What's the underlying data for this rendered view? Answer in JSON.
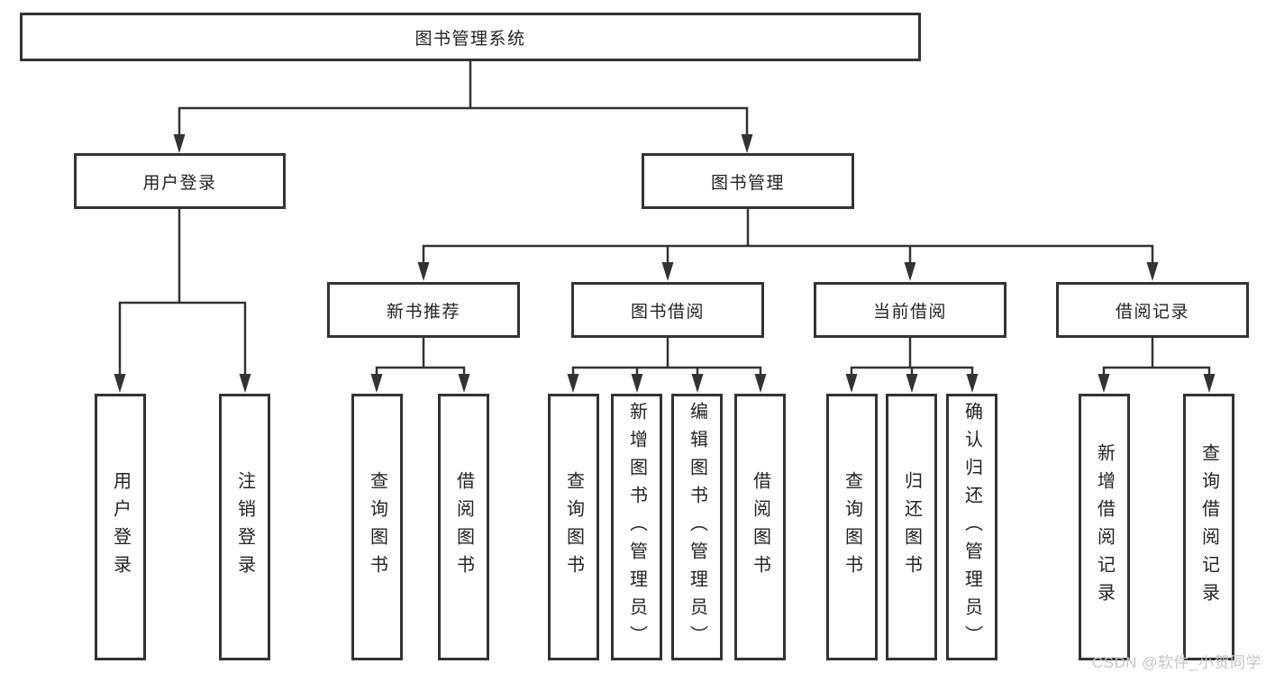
{
  "diagram_type": "hierarchy-chart",
  "tree": {
    "root": {
      "label": "图书管理系统",
      "children": [
        {
          "label": "用户登录",
          "children": [
            {
              "label": "用户登录"
            },
            {
              "label": "注销登录"
            }
          ]
        },
        {
          "label": "图书管理",
          "children": [
            {
              "label": "新书推荐",
              "children": [
                {
                  "label": "查询图书"
                },
                {
                  "label": "借阅图书"
                }
              ]
            },
            {
              "label": "图书借阅",
              "children": [
                {
                  "label": "查询图书"
                },
                {
                  "label": "新增图书（管理员）"
                },
                {
                  "label": "编辑图书（管理员）"
                },
                {
                  "label": "借阅图书"
                }
              ]
            },
            {
              "label": "当前借阅",
              "children": [
                {
                  "label": "查询图书"
                },
                {
                  "label": "归还图书"
                },
                {
                  "label": "确认归还（管理员）"
                }
              ]
            },
            {
              "label": "借阅记录",
              "children": [
                {
                  "label": "新增借阅记录"
                },
                {
                  "label": "查询借阅记录"
                }
              ]
            }
          ]
        }
      ]
    }
  },
  "watermark": "CSDN @软件_小贺同学",
  "colors": {
    "background": "#ffffff",
    "box_border": "#333333",
    "connector_line": "#333333",
    "arrowhead": "#333333",
    "text": "#232323",
    "watermark_text": "#c5c5cb"
  }
}
